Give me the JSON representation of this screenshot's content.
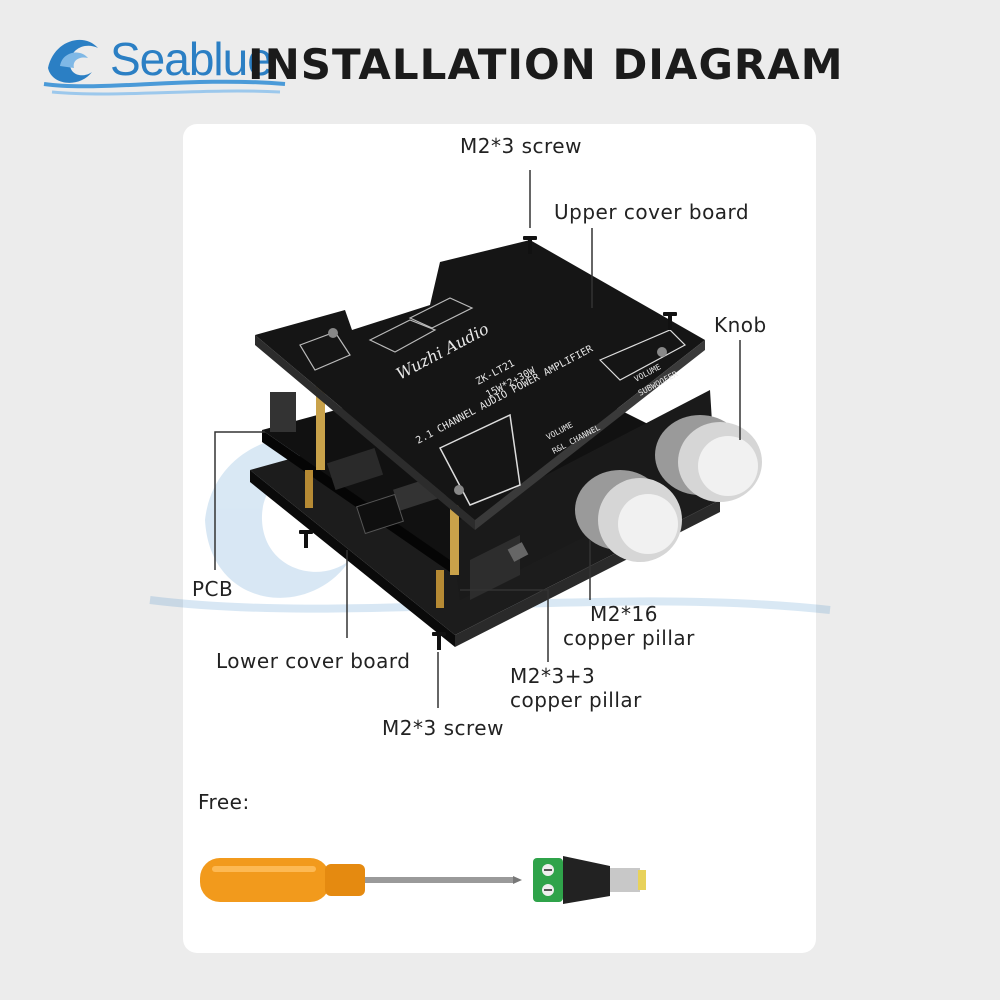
{
  "brand": {
    "name": "Seablue",
    "color": "#2b7fc4"
  },
  "title": "INSTALLATION DIAGRAM",
  "labels": {
    "screw_top": "M2*3 screw",
    "upper_cover": "Upper cover board",
    "knob": "Knob",
    "pcb": "PCB",
    "lower_cover": "Lower cover board",
    "pillar16_line1": "M2*16",
    "pillar16_line2": "copper pillar",
    "pillar33_line1": "M2*3+3",
    "pillar33_line2": "copper pillar",
    "screw_bottom": "M2*3 screw",
    "free": "Free:"
  },
  "board_print": {
    "model": "ZK-LT21",
    "power": "15W*2+30W",
    "desc": "2.1 CHANNEL AUDIO POWER AMPLIFIER",
    "brand_script": "Wuzhi Audio",
    "vol_rl": "VOLUME",
    "ch_rl": "R&L CHANNEL",
    "vol_sub": "VOLUME",
    "ch_sub": "SUBWOOFER"
  },
  "colors": {
    "board": "#151515",
    "pillar": "#c9a24a",
    "knob": "#c8c8c8",
    "screwdriver_handle": "#f29a1c"
  }
}
